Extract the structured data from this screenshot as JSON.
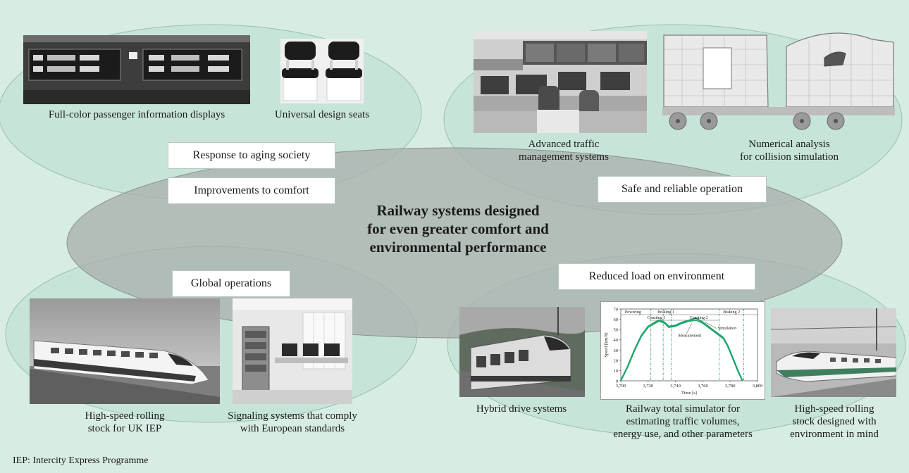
{
  "center": {
    "line1": "Railway systems designed",
    "line2": "for even greater comfort and",
    "line3": "environmental performance"
  },
  "boxes": {
    "aging": "Response to aging society",
    "comfort": "Improvements to comfort",
    "safe": "Safe and reliable operation",
    "global": "Global operations",
    "reduced": "Reduced load on environment"
  },
  "captions": {
    "displays": "Full-color passenger information displays",
    "seats": "Universal design seats",
    "traffic_1": "Advanced traffic",
    "traffic_2": "management systems",
    "collision_1": "Numerical analysis",
    "collision_2": "for collision simulation",
    "iep_1": "High-speed rolling",
    "iep_2": "stock for UK IEP",
    "signaling_1": "Signaling systems that comply",
    "signaling_2": "with European standards",
    "hybrid": "Hybrid drive systems",
    "simulator_1": "Railway total simulator for",
    "simulator_2": "estimating traffic volumes,",
    "simulator_3": "energy use, and other parameters",
    "env_1": "High-speed rolling",
    "env_2": "stock designed with",
    "env_3": "environment in mind"
  },
  "footnote": "IEP: Intercity Express Programme",
  "chart_data": {
    "type": "line",
    "xlabel": "Time [s]",
    "ylabel": "Speed [km/h]",
    "xlim": [
      3700,
      3800
    ],
    "ylim": [
      0,
      70
    ],
    "xticks": [
      "3,700",
      "3,720",
      "3,740",
      "3,760",
      "3,780",
      "3,800"
    ],
    "yticks": [
      "0",
      "10",
      "20",
      "30",
      "40",
      "50",
      "60",
      "70"
    ],
    "phases": [
      "Powering",
      "Braking 1",
      "Coasting 1",
      "Coasting 2",
      "Braking 2"
    ],
    "annotations": [
      "Simulation",
      "Measurement"
    ],
    "series": [
      {
        "name": "Simulation",
        "x": [
          3700,
          3705,
          3710,
          3715,
          3720,
          3725,
          3728,
          3732,
          3735,
          3740,
          3745,
          3750,
          3755,
          3760,
          3765,
          3770,
          3775,
          3778,
          3782,
          3786,
          3789
        ],
        "y": [
          0,
          14,
          30,
          44,
          53,
          57,
          59,
          57,
          53,
          54,
          57,
          59,
          61,
          57,
          52,
          47,
          42,
          35,
          22,
          9,
          0
        ]
      },
      {
        "name": "Measurement",
        "x": [
          3700,
          3705,
          3710,
          3715,
          3720,
          3725,
          3728,
          3732,
          3735,
          3740,
          3745,
          3750,
          3755,
          3760,
          3765,
          3770,
          3775,
          3778,
          3782,
          3786,
          3789
        ],
        "y": [
          0,
          13,
          29,
          43,
          52,
          56,
          58,
          56,
          52,
          53,
          56,
          58,
          59,
          56,
          51,
          46,
          41,
          34,
          21,
          8,
          0
        ]
      }
    ],
    "phase_lines_x": [
      3722,
      3731,
      3737,
      3772,
      3790
    ],
    "colors": {
      "line": "#1fa56a",
      "guides": "#2a9c6a"
    }
  }
}
